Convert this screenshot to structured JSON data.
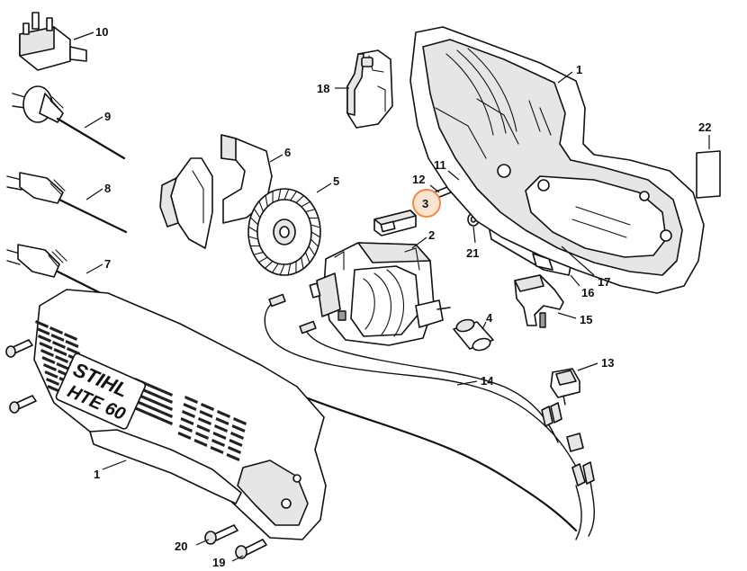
{
  "diagram": {
    "brand": "STIHL",
    "model": "HTE 60",
    "highlighted_part": "3",
    "accent_color": "#ef8a48",
    "callouts": [
      {
        "id": "10",
        "label": "10"
      },
      {
        "id": "9",
        "label": "9"
      },
      {
        "id": "8",
        "label": "8"
      },
      {
        "id": "7",
        "label": "7"
      },
      {
        "id": "18",
        "label": "18"
      },
      {
        "id": "6",
        "label": "6"
      },
      {
        "id": "5",
        "label": "5"
      },
      {
        "id": "12",
        "label": "12"
      },
      {
        "id": "11",
        "label": "11"
      },
      {
        "id": "3",
        "label": "3"
      },
      {
        "id": "2",
        "label": "2"
      },
      {
        "id": "21",
        "label": "21"
      },
      {
        "id": "1a",
        "label": "1"
      },
      {
        "id": "22",
        "label": "22"
      },
      {
        "id": "17",
        "label": "17"
      },
      {
        "id": "16",
        "label": "16"
      },
      {
        "id": "15",
        "label": "15"
      },
      {
        "id": "4",
        "label": "4"
      },
      {
        "id": "13",
        "label": "13"
      },
      {
        "id": "14",
        "label": "14"
      },
      {
        "id": "1b",
        "label": "1"
      },
      {
        "id": "20",
        "label": "20"
      },
      {
        "id": "19",
        "label": "19"
      }
    ]
  }
}
